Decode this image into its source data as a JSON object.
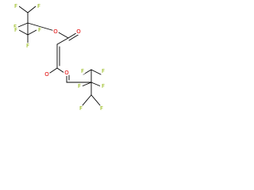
{
  "colors": {
    "bond": "#000000",
    "fluorine": "#8cb300",
    "oxygen": "#e00000"
  },
  "atoms": [
    {
      "label": "F",
      "element": "fluorine"
    },
    {
      "label": "F",
      "element": "fluorine"
    },
    {
      "label": "F",
      "element": "fluorine"
    },
    {
      "label": "F",
      "element": "fluorine"
    },
    {
      "label": "F",
      "element": "fluorine"
    },
    {
      "label": "F",
      "element": "fluorine"
    },
    {
      "label": "O",
      "element": "oxygen"
    },
    {
      "label": "O",
      "element": "oxygen"
    },
    {
      "label": "O",
      "element": "oxygen"
    },
    {
      "label": "O",
      "element": "oxygen"
    },
    {
      "label": "F",
      "element": "fluorine"
    },
    {
      "label": "F",
      "element": "fluorine"
    },
    {
      "label": "F",
      "element": "fluorine"
    },
    {
      "label": "F",
      "element": "fluorine"
    },
    {
      "label": "F",
      "element": "fluorine"
    },
    {
      "label": "F",
      "element": "fluorine"
    }
  ]
}
